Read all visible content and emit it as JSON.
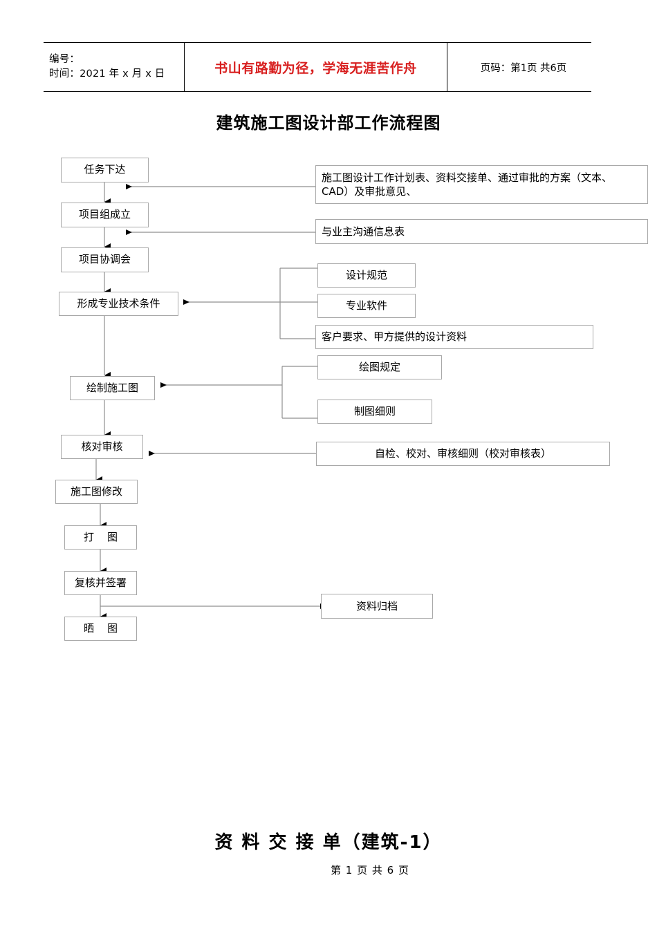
{
  "header": {
    "left": {
      "number_label": "编号：",
      "date_label": "时间：2021 年 x 月 x 日"
    },
    "motto": "书山有路勤为径，学海无涯苦作舟",
    "motto_color": "#d81f1f",
    "page_info": "页码：第1页 共6页"
  },
  "title": "建筑施工图设计部工作流程图",
  "flow": {
    "nodes": [
      {
        "id": "task-assign",
        "label": "任务下达"
      },
      {
        "id": "team-setup",
        "label": "项目组成立"
      },
      {
        "id": "coordination",
        "label": "项目协调会"
      },
      {
        "id": "tech-conditions",
        "label": "形成专业技术条件"
      },
      {
        "id": "draw-drawings",
        "label": "绘制施工图"
      },
      {
        "id": "check-review",
        "label": "核对审核"
      },
      {
        "id": "drawing-revision",
        "label": "施工图修改"
      },
      {
        "id": "plot",
        "label": "打    图"
      },
      {
        "id": "recheck-sign",
        "label": "复核并签署"
      },
      {
        "id": "blueprint",
        "label": "晒    图"
      }
    ],
    "notes": [
      {
        "id": "plan-docs",
        "label": "施工图设计工作计划表、资料交接单、通过审批的方案（文本、\nCAD）及审批意见、"
      },
      {
        "id": "owner-comm",
        "label": "与业主沟通信息表"
      },
      {
        "id": "design-standard",
        "label": "设计规范"
      },
      {
        "id": "pro-software",
        "label": "专业软件"
      },
      {
        "id": "client-data",
        "label": "客户要求、甲方提供的设计资料"
      },
      {
        "id": "drawing-rules",
        "label": "绘图规定"
      },
      {
        "id": "drafting-detail",
        "label": "制图细则"
      },
      {
        "id": "review-rules",
        "label": "自检、校对、审核细则（校对审核表）"
      },
      {
        "id": "archive",
        "label": "资料归档"
      }
    ]
  },
  "footer": {
    "doc_subtitle": "资 料 交 接 单（建筑-1）",
    "page_number": "第 1 页 共 6 页"
  }
}
